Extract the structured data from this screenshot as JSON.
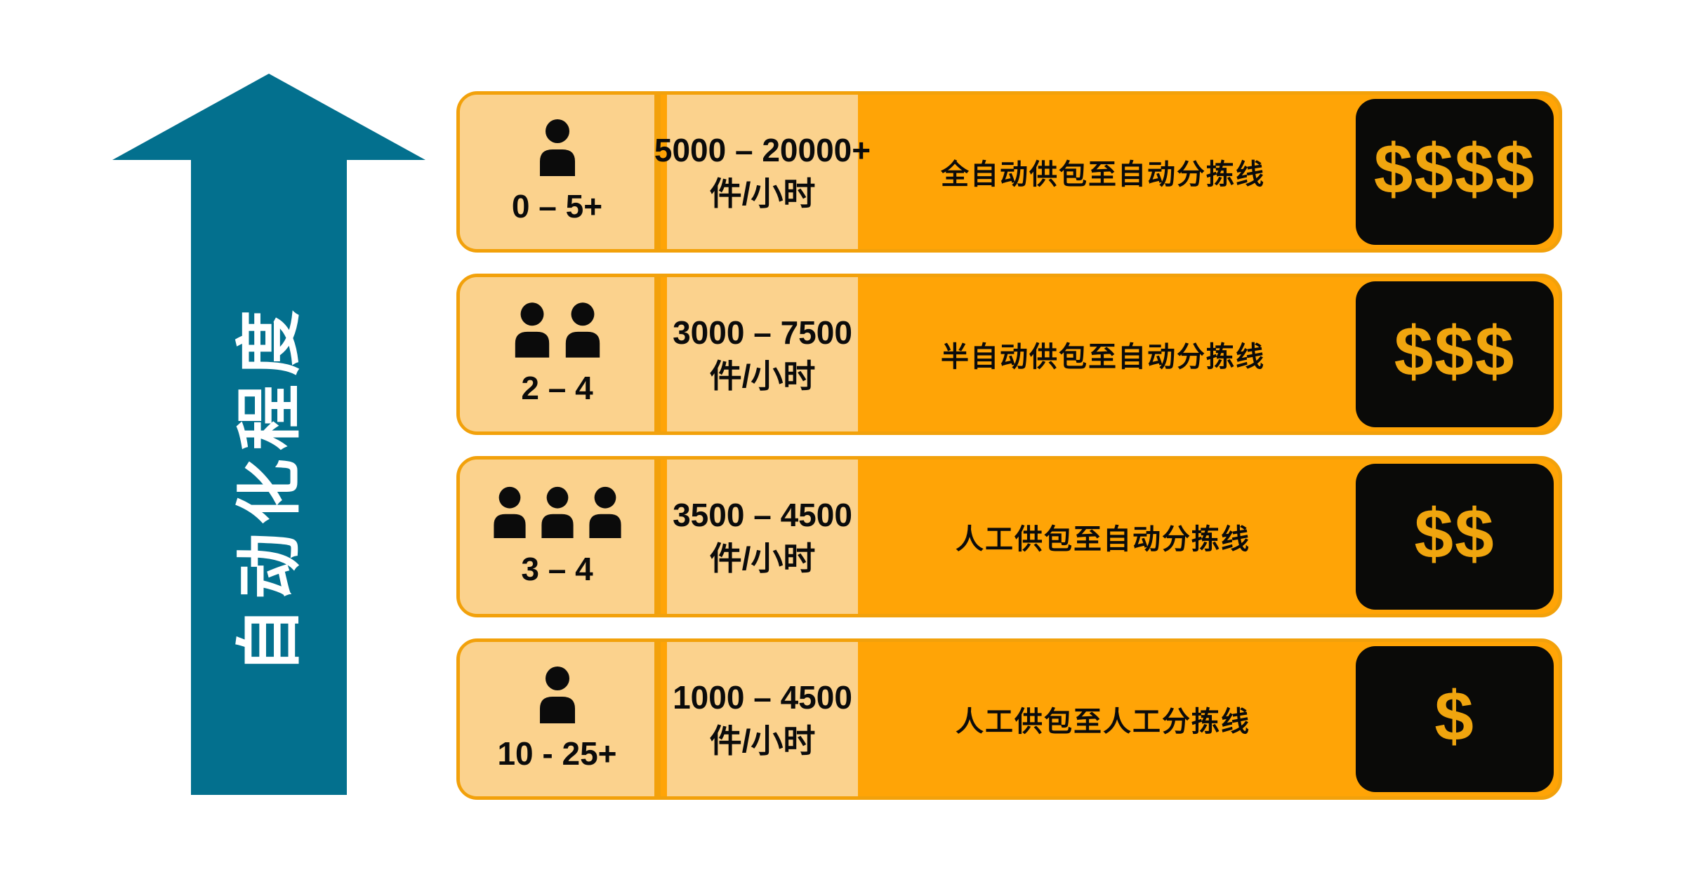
{
  "axis": {
    "label": "自动化程度"
  },
  "colors": {
    "arrow_teal": "#03708E",
    "row_fill": "#FFA406",
    "row_border": "#F2A10B",
    "cell_fill": "#FBD28D",
    "cost_box_bg": "#0A0A08",
    "dollar": "#F0A50E",
    "text": "#0B0B0B"
  },
  "rows": [
    {
      "workers": "0 – 5+",
      "worker_icons": 1,
      "throughput_range": "5000 – 20000+",
      "throughput_unit": "件/小时",
      "description": "全自动供包至自动分拣线",
      "cost_rating": "$$$$"
    },
    {
      "workers": "2 – 4",
      "worker_icons": 2,
      "throughput_range": "3000 – 7500",
      "throughput_unit": "件/小时",
      "description": "半自动供包至自动分拣线",
      "cost_rating": "$$$"
    },
    {
      "workers": "3 – 4",
      "worker_icons": 3,
      "throughput_range": "3500 – 4500",
      "throughput_unit": "件/小时",
      "description": "人工供包至自动分拣线",
      "cost_rating": "$$"
    },
    {
      "workers": "10 - 25+",
      "worker_icons": 1,
      "throughput_range": "1000 – 4500",
      "throughput_unit": "件/小时",
      "description": "人工供包至人工分拣线",
      "cost_rating": "$"
    }
  ]
}
